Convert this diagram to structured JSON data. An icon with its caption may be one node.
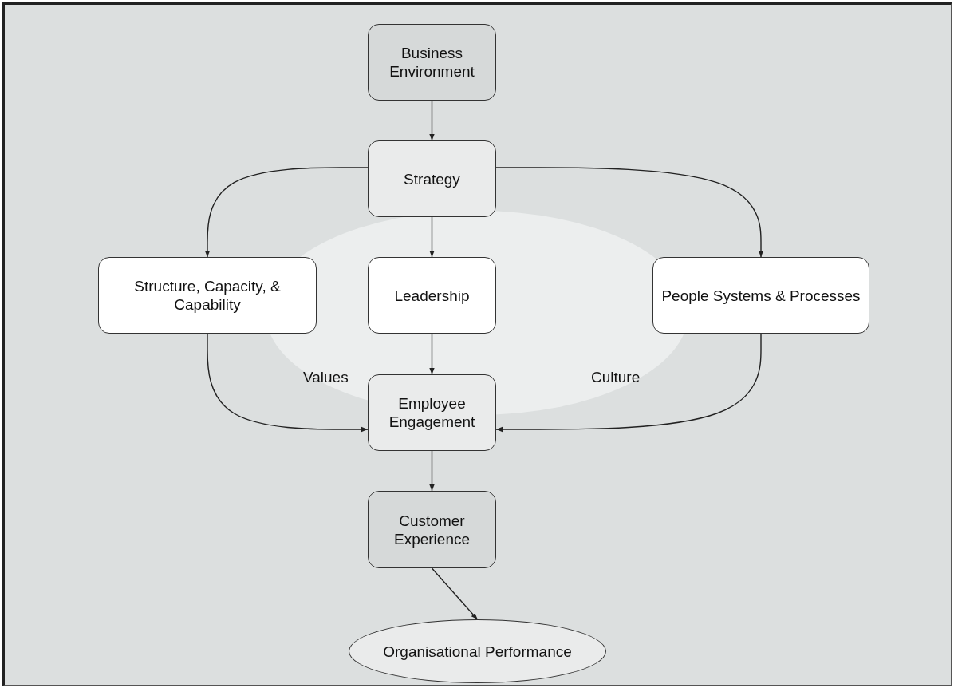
{
  "diagram": {
    "nodes": [
      {
        "text": [
          "Business Environment"
        ]
      },
      {
        "text": [
          "Strategy"
        ]
      },
      {
        "text": [
          "Structure, Capacity, & Capability"
        ]
      },
      {
        "text": [
          "Leadership"
        ]
      },
      {
        "text": [
          "People Systems & Processes"
        ]
      },
      {
        "text": [
          "Employee Engagement"
        ]
      },
      {
        "text": [
          "Customer Experience"
        ]
      },
      {
        "text": [
          "Organisational Performance"
        ]
      }
    ],
    "edges": [
      {
        "from": 0,
        "to": 1,
        "arrow": "to"
      },
      {
        "from": 1,
        "to": 2,
        "arrow": "to"
      },
      {
        "from": 1,
        "to": 3,
        "arrow": "to"
      },
      {
        "from": 1,
        "to": 4,
        "arrow": "to"
      },
      {
        "from": 3,
        "to": 5,
        "arrow": "to"
      },
      {
        "from": 2,
        "to": 5,
        "arrow": "to"
      },
      {
        "from": 4,
        "to": 5,
        "arrow": "to"
      },
      {
        "from": 5,
        "to": 6,
        "arrow": "to"
      },
      {
        "from": 6,
        "to": 7,
        "arrow": "to"
      }
    ],
    "labels": [
      "Values",
      "Culture"
    ]
  }
}
